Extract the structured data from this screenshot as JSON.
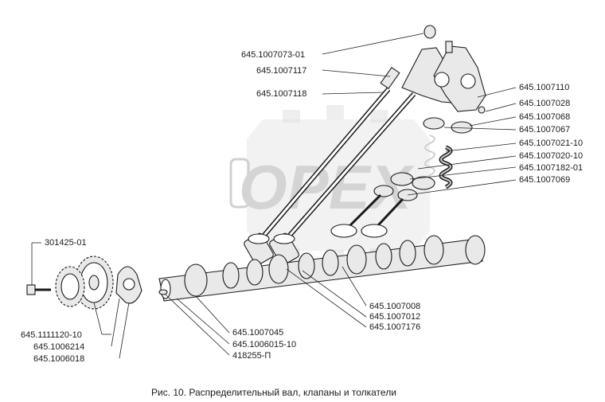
{
  "watermark": {
    "text": "OPEX"
  },
  "labels": {
    "l1": "645.1007073-01",
    "l2": "645.1007117",
    "l3": "645.1007118",
    "l4": "645.1007110",
    "l5": "645.1007028",
    "l6": "645.1007068",
    "l7": "645.1007067",
    "l8": "645.1007021-10",
    "l9": "645.1007020-10",
    "l10": "645.1007182-01",
    "l11": "645.1007069",
    "l12": "301425-01",
    "l13": "645.1111120-10",
    "l14": "645.1006214",
    "l15": "645.1006018",
    "l16": "645.1007045",
    "l17": "645.1006015-10",
    "l18": "418255-П",
    "l19": "645.1007008",
    "l20": "645.1007012",
    "l21": "645.1007176"
  },
  "caption": "Рис. 10. Распределительный вал, клапаны и толкатели"
}
